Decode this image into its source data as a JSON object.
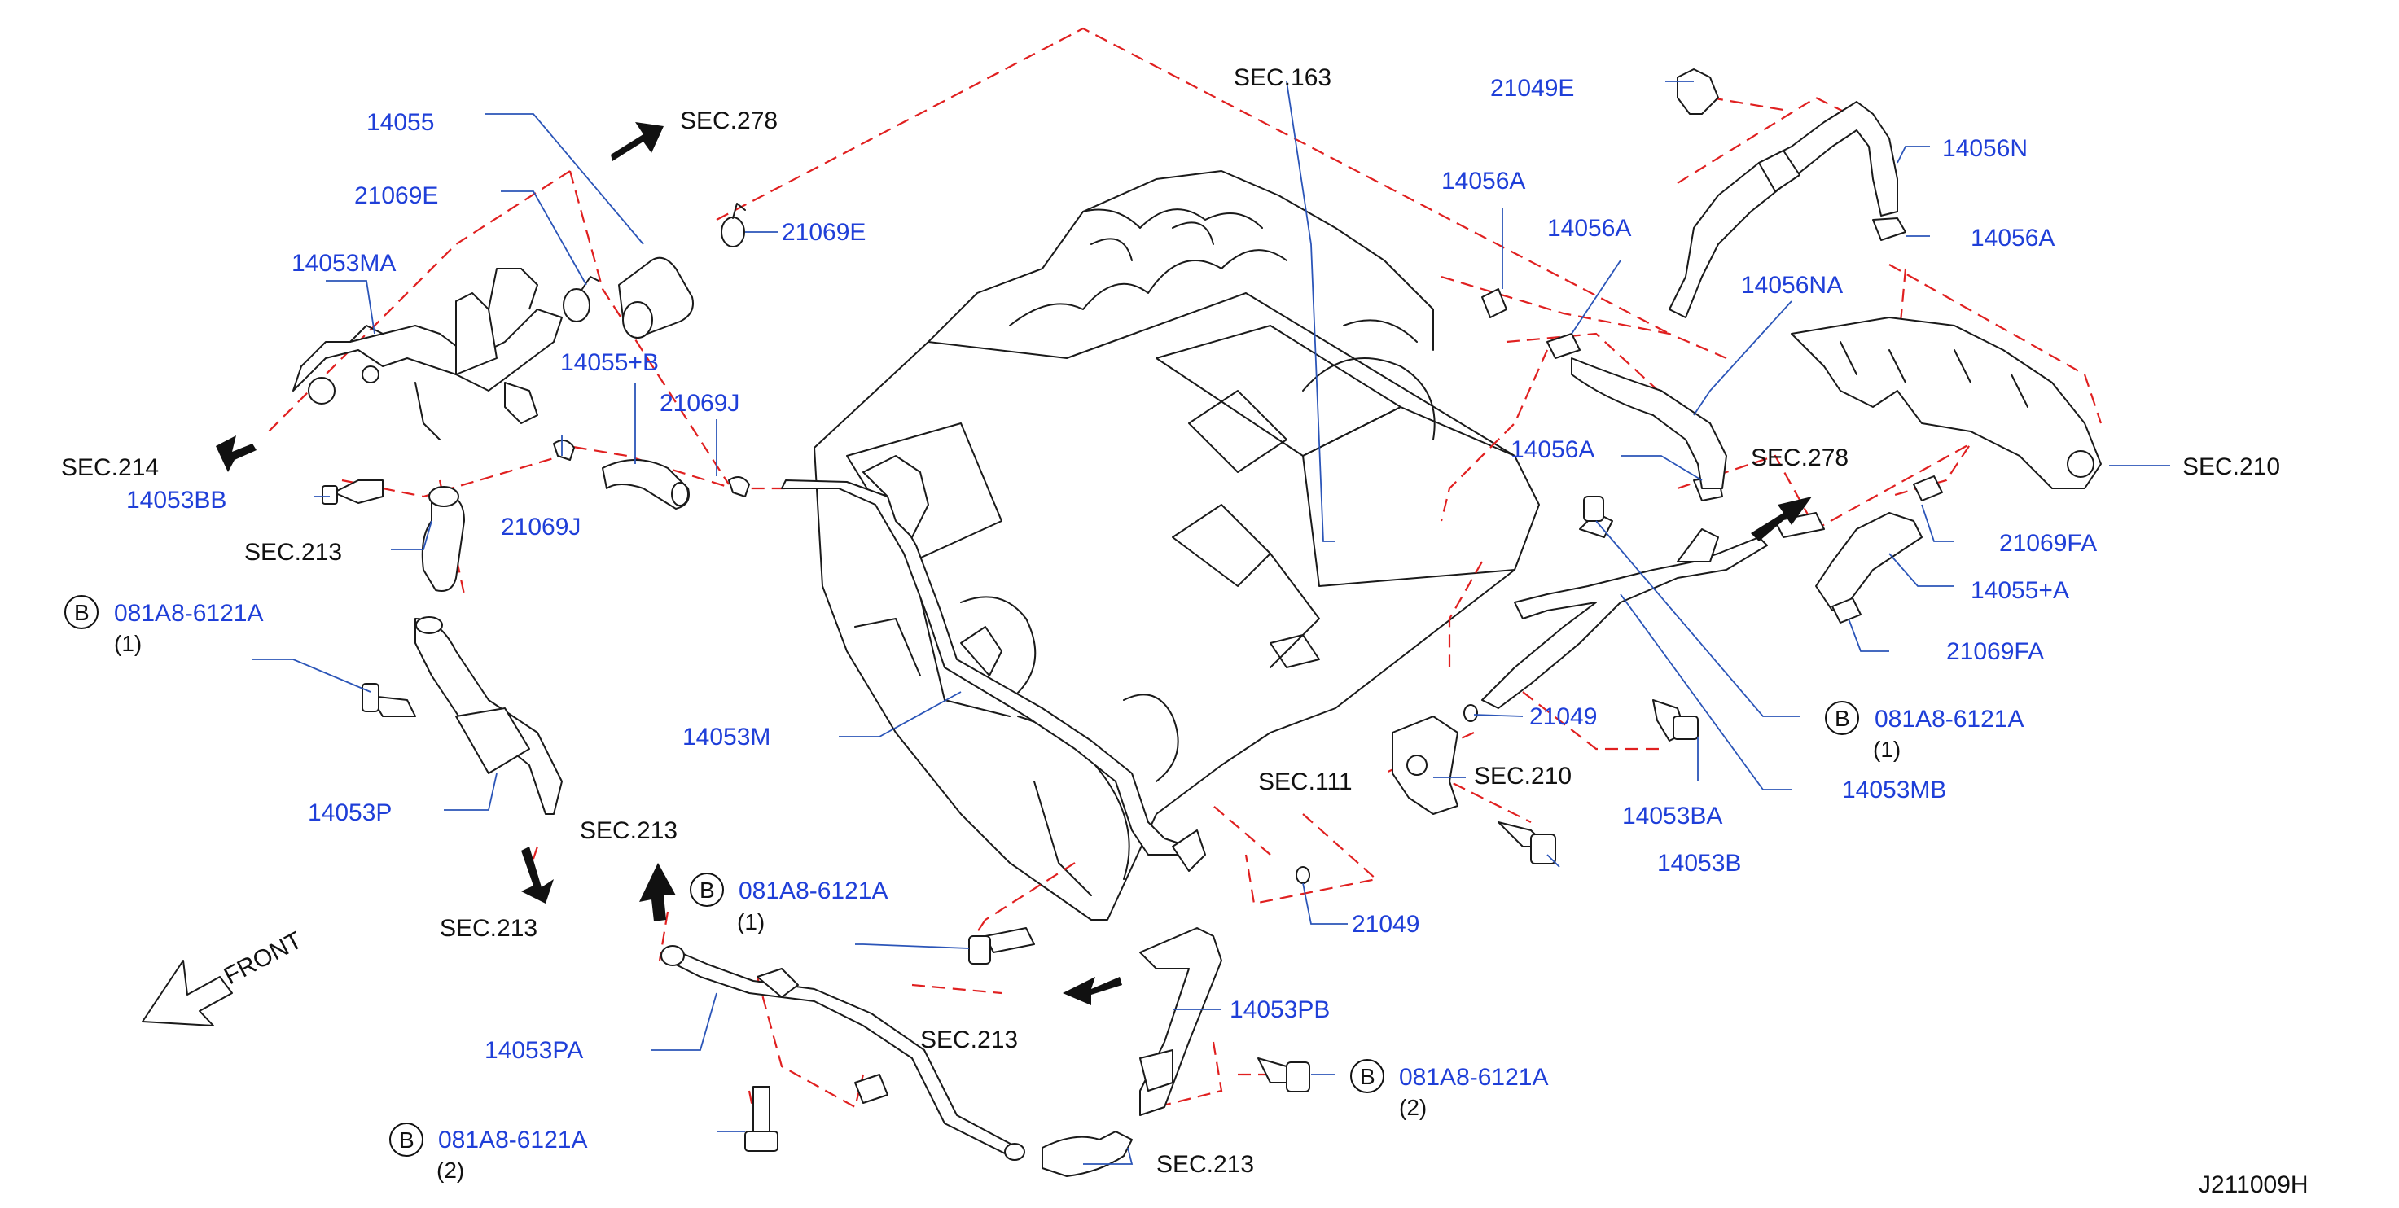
{
  "diagram_code": "J211009H",
  "front_label": "FRONT",
  "bolt_marker": "B",
  "colors": {
    "part_label": "#1f3fd8",
    "section_label": "#111111",
    "dashed_guide": "#e02020",
    "leader_line": "#2b55b8"
  },
  "section_refs": {
    "sec278_top": "SEC.278",
    "sec163": "SEC.163",
    "sec214": "SEC.214",
    "sec213_left": "SEC.213",
    "sec213_bottom_left": "SEC.213",
    "sec213_mid": "SEC.213",
    "sec213_lower": "SEC.213",
    "sec213_bottom": "SEC.213",
    "sec111": "SEC.111",
    "sec210_mid": "SEC.210",
    "sec278_right": "SEC.278",
    "sec210_right": "SEC.210"
  },
  "part_labels": {
    "p14055": "14055",
    "p21069E_a": "21069E",
    "p21069E_b": "21069E",
    "p14053MA": "14053MA",
    "p14055B": "14055+B",
    "p21069J_a": "21069J",
    "p21069J_b": "21069J",
    "p14053BB": "14053BB",
    "p081_1": "081A8-6121A",
    "p14053P": "14053P",
    "p14053M": "14053M",
    "p081_2": "081A8-6121A",
    "p14053PA": "14053PA",
    "p081_3": "081A8-6121A",
    "p14053PB": "14053PB",
    "p081_4": "081A8-6121A",
    "p21049_a": "21049",
    "p21049_b": "21049",
    "p14053BA": "14053BA",
    "p14053B": "14053B",
    "p14053MB": "14053MB",
    "p081_5": "081A8-6121A",
    "p21069FA_a": "21069FA",
    "p21069FA_b": "21069FA",
    "p14055A": "14055+A",
    "p21049E": "21049E",
    "p14056N": "14056N",
    "p14056A_a": "14056A",
    "p14056A_b": "14056A",
    "p14056A_c": "14056A",
    "p14056A_d": "14056A",
    "p14056NA": "14056NA"
  },
  "quantities": {
    "q081_1": "(1)",
    "q081_2": "(1)",
    "q081_3": "(2)",
    "q081_4": "(2)",
    "q081_5": "(1)"
  }
}
